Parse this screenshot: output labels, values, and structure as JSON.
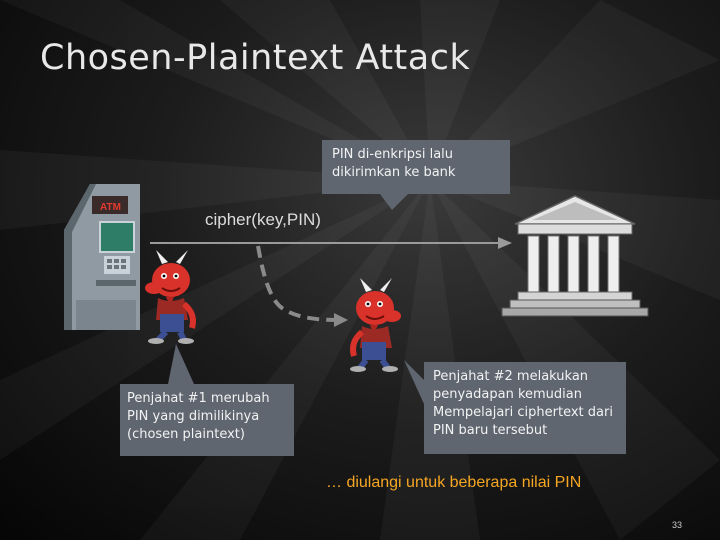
{
  "slide": {
    "title": "Chosen-Plaintext Attack",
    "page_number": "33"
  },
  "callouts": {
    "top": [
      "PIN di-enkripsi lalu",
      "dikirimkan ke bank"
    ],
    "left": [
      "Penjahat #1 merubah",
      "PIN yang dimilikinya",
      "(chosen plaintext)"
    ],
    "right": [
      "Penjahat #2 melakukan",
      "penyadapan kemudian",
      "Mempelajari ciphertext dari",
      "PIN baru tersebut"
    ]
  },
  "labels": {
    "cipher": "cipher(key,PIN)",
    "repeat": "… diulangi untuk beberapa nilai PIN",
    "atm_sign": "ATM"
  },
  "colors": {
    "callout_bg": "#5f6670",
    "repeat_text": "#f5a623",
    "devil_red": "#d8322a"
  },
  "icons": [
    "atm-icon",
    "bank-building-icon",
    "devil-icon"
  ]
}
